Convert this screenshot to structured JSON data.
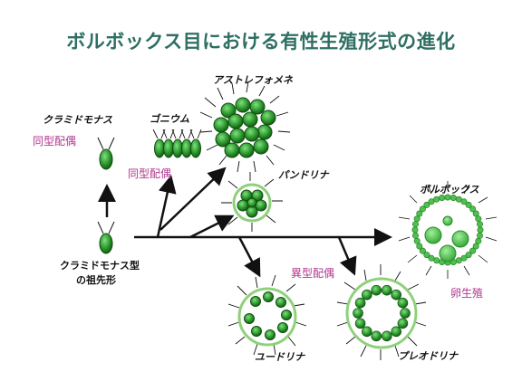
{
  "title": "ボルボックス目における有性生殖形式の進化",
  "organisms": {
    "chlamy_top": "クラミドモナス",
    "ancestor_line1": "クラミドモナス型",
    "ancestor_line2": "の祖先形",
    "gonium": "ゴニウム",
    "astrephomene": "アストレフォメネ",
    "pandorina": "パンドリナ",
    "volvox": "ボルボックス",
    "eudorina": "ユードリナ",
    "pleodorina": "プレオドリナ"
  },
  "modes": {
    "chlamy": "同型配偶",
    "gonium": "同型配偶",
    "eudorina": "異型配偶",
    "volvox": "卵生殖"
  },
  "colors": {
    "title": "#2e6f63",
    "mode_text": "#b0358f",
    "cell_dark": "#1f7a1f",
    "cell_light": "#5cd05c",
    "ring": "#8fd17a"
  }
}
